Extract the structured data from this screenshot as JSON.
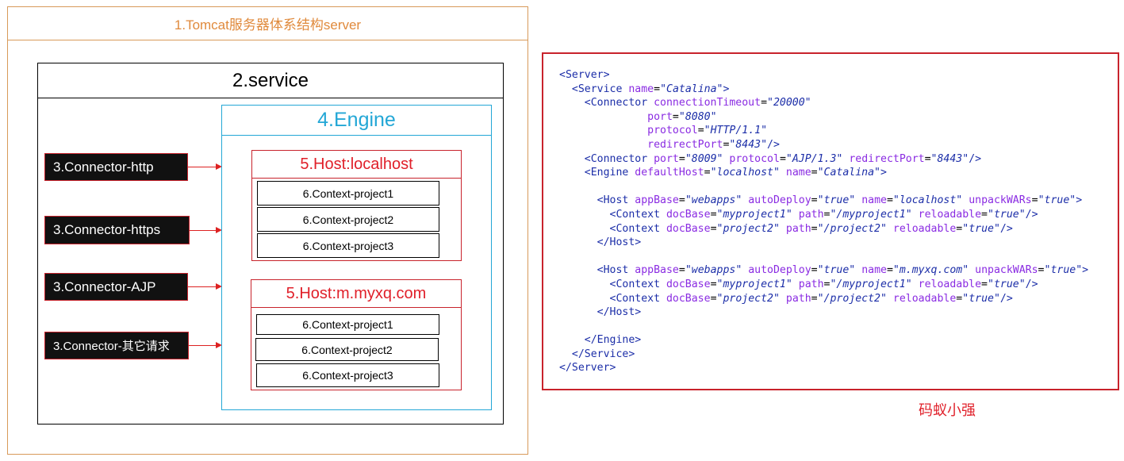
{
  "diagram": {
    "server_title": "1.Tomcat服务器体系结构server",
    "service_title": "2.service",
    "engine_title": "4.Engine",
    "connectors": [
      {
        "label": "3.Connector-http"
      },
      {
        "label": "3.Connector-https"
      },
      {
        "label": "3.Connector-AJP"
      },
      {
        "label": "3.Connector-其它请求"
      }
    ],
    "hosts": [
      {
        "title": "5.Host:localhost",
        "contexts": [
          "6.Context-project1",
          "6.Context-project2",
          "6.Context-project3"
        ]
      },
      {
        "title": "5.Host:m.myxq.com",
        "contexts": [
          "6.Context-project1",
          "6.Context-project2",
          "6.Context-project3"
        ]
      }
    ],
    "colors": {
      "server": "#e08a3c",
      "engine": "#23a7d6",
      "host": "#e0202a",
      "connector_bg": "#111111"
    }
  },
  "code": {
    "lines": [
      [
        [
          "t",
          "<Server>"
        ]
      ],
      [
        [
          "t",
          "  <Service "
        ],
        [
          "a",
          "name"
        ],
        [
          "e",
          "="
        ],
        [
          "v",
          "\"Catalina\""
        ],
        [
          "t",
          ">"
        ]
      ],
      [
        [
          "t",
          "    <Connector "
        ],
        [
          "a",
          "connectionTimeout"
        ],
        [
          "e",
          "="
        ],
        [
          "v",
          "\"20000\""
        ]
      ],
      [
        [
          "t",
          "              "
        ],
        [
          "a",
          "port"
        ],
        [
          "e",
          "="
        ],
        [
          "v",
          "\"8080\""
        ]
      ],
      [
        [
          "t",
          "              "
        ],
        [
          "a",
          "protocol"
        ],
        [
          "e",
          "="
        ],
        [
          "v",
          "\"HTTP/1.1\""
        ]
      ],
      [
        [
          "t",
          "              "
        ],
        [
          "a",
          "redirectPort"
        ],
        [
          "e",
          "="
        ],
        [
          "v",
          "\"8443\""
        ],
        [
          "t",
          "/>"
        ]
      ],
      [
        [
          "t",
          "    <Connector "
        ],
        [
          "a",
          "port"
        ],
        [
          "e",
          "="
        ],
        [
          "v",
          "\"8009\""
        ],
        [
          "t",
          " "
        ],
        [
          "a",
          "protocol"
        ],
        [
          "e",
          "="
        ],
        [
          "v",
          "\"AJP/1.3\""
        ],
        [
          "t",
          " "
        ],
        [
          "a",
          "redirectPort"
        ],
        [
          "e",
          "="
        ],
        [
          "v",
          "\"8443\""
        ],
        [
          "t",
          "/>"
        ]
      ],
      [
        [
          "t",
          "    <Engine "
        ],
        [
          "a",
          "defaultHost"
        ],
        [
          "e",
          "="
        ],
        [
          "v",
          "\"localhost\""
        ],
        [
          "t",
          " "
        ],
        [
          "a",
          "name"
        ],
        [
          "e",
          "="
        ],
        [
          "v",
          "\"Catalina\""
        ],
        [
          "t",
          ">"
        ]
      ],
      [
        [
          "t",
          ""
        ]
      ],
      [
        [
          "t",
          "      <Host "
        ],
        [
          "a",
          "appBase"
        ],
        [
          "e",
          "="
        ],
        [
          "v",
          "\"webapps\""
        ],
        [
          "t",
          " "
        ],
        [
          "a",
          "autoDeploy"
        ],
        [
          "e",
          "="
        ],
        [
          "v",
          "\"true\""
        ],
        [
          "t",
          " "
        ],
        [
          "a",
          "name"
        ],
        [
          "e",
          "="
        ],
        [
          "v",
          "\"localhost\""
        ],
        [
          "t",
          " "
        ],
        [
          "a",
          "unpackWARs"
        ],
        [
          "e",
          "="
        ],
        [
          "v",
          "\"true\""
        ],
        [
          "t",
          ">"
        ]
      ],
      [
        [
          "t",
          "        <Context "
        ],
        [
          "a",
          "docBase"
        ],
        [
          "e",
          "="
        ],
        [
          "v",
          "\"myproject1\""
        ],
        [
          "t",
          " "
        ],
        [
          "a",
          "path"
        ],
        [
          "e",
          "="
        ],
        [
          "v",
          "\"/myproject1\""
        ],
        [
          "t",
          " "
        ],
        [
          "a",
          "reloadable"
        ],
        [
          "e",
          "="
        ],
        [
          "v",
          "\"true\""
        ],
        [
          "t",
          "/>"
        ]
      ],
      [
        [
          "t",
          "        <Context "
        ],
        [
          "a",
          "docBase"
        ],
        [
          "e",
          "="
        ],
        [
          "v",
          "\"project2\""
        ],
        [
          "t",
          " "
        ],
        [
          "a",
          "path"
        ],
        [
          "e",
          "="
        ],
        [
          "v",
          "\"/project2\""
        ],
        [
          "t",
          " "
        ],
        [
          "a",
          "reloadable"
        ],
        [
          "e",
          "="
        ],
        [
          "v",
          "\"true\""
        ],
        [
          "t",
          "/>"
        ]
      ],
      [
        [
          "t",
          "      </Host>"
        ]
      ],
      [
        [
          "t",
          ""
        ]
      ],
      [
        [
          "t",
          "      <Host "
        ],
        [
          "a",
          "appBase"
        ],
        [
          "e",
          "="
        ],
        [
          "v",
          "\"webapps\""
        ],
        [
          "t",
          " "
        ],
        [
          "a",
          "autoDeploy"
        ],
        [
          "e",
          "="
        ],
        [
          "v",
          "\"true\""
        ],
        [
          "t",
          " "
        ],
        [
          "a",
          "name"
        ],
        [
          "e",
          "="
        ],
        [
          "v",
          "\"m.myxq.com\""
        ],
        [
          "t",
          " "
        ],
        [
          "a",
          "unpackWARs"
        ],
        [
          "e",
          "="
        ],
        [
          "v",
          "\"true\""
        ],
        [
          "t",
          ">"
        ]
      ],
      [
        [
          "t",
          "        <Context "
        ],
        [
          "a",
          "docBase"
        ],
        [
          "e",
          "="
        ],
        [
          "v",
          "\"myproject1\""
        ],
        [
          "t",
          " "
        ],
        [
          "a",
          "path"
        ],
        [
          "e",
          "="
        ],
        [
          "v",
          "\"/myproject1\""
        ],
        [
          "t",
          " "
        ],
        [
          "a",
          "reloadable"
        ],
        [
          "e",
          "="
        ],
        [
          "v",
          "\"true\""
        ],
        [
          "t",
          "/>"
        ]
      ],
      [
        [
          "t",
          "        <Context "
        ],
        [
          "a",
          "docBase"
        ],
        [
          "e",
          "="
        ],
        [
          "v",
          "\"project2\""
        ],
        [
          "t",
          " "
        ],
        [
          "a",
          "path"
        ],
        [
          "e",
          "="
        ],
        [
          "v",
          "\"/project2\""
        ],
        [
          "t",
          " "
        ],
        [
          "a",
          "reloadable"
        ],
        [
          "e",
          "="
        ],
        [
          "v",
          "\"true\""
        ],
        [
          "t",
          "/>"
        ]
      ],
      [
        [
          "t",
          "      </Host>"
        ]
      ],
      [
        [
          "t",
          ""
        ]
      ],
      [
        [
          "t",
          "    </Engine>"
        ]
      ],
      [
        [
          "t",
          "  </Service>"
        ]
      ],
      [
        [
          "t",
          "</Server>"
        ]
      ]
    ]
  },
  "watermark": "码蚁小强"
}
